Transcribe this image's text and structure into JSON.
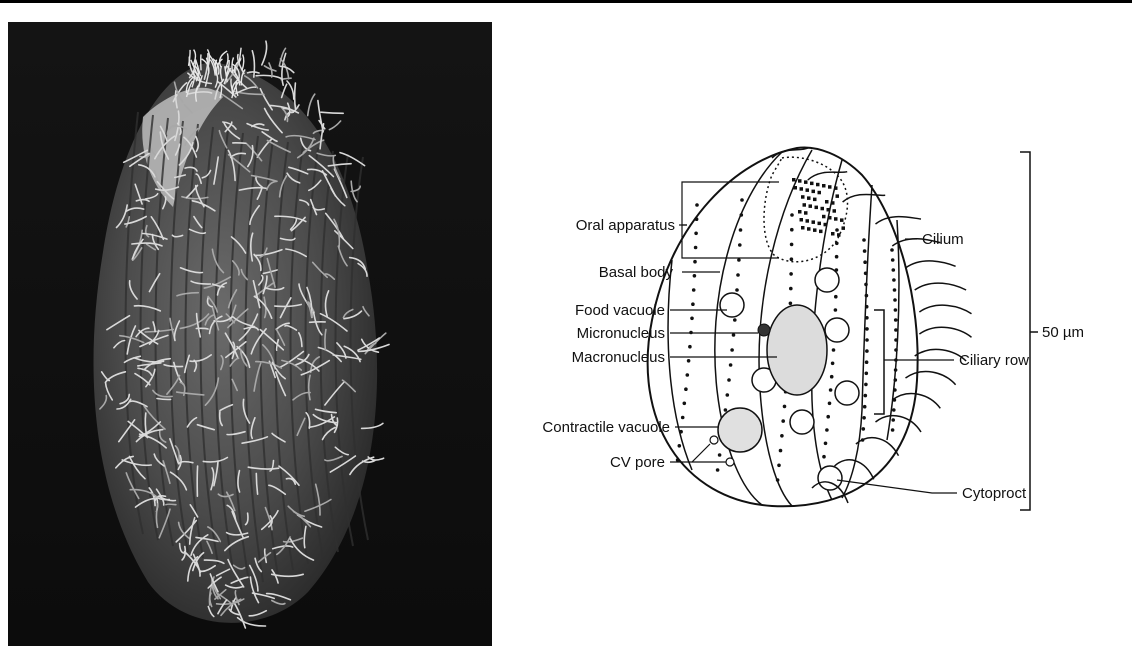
{
  "figure": {
    "micrograph": {
      "description_icon": "ciliate-micrograph-image"
    },
    "diagram": {
      "labels_left": {
        "oral_apparatus": "Oral apparatus",
        "basal_body": "Basal body",
        "food_vacuole": "Food vacuole",
        "micronucleus": "Micronucleus",
        "macronucleus": "Macronucleus",
        "contractile_vacuole": "Contractile vacuole",
        "cv_pore": "CV pore"
      },
      "labels_right": {
        "cilium": "Cilium",
        "ciliary_row": "Ciliary row",
        "cytoproct": "Cytoproct"
      },
      "scale": "50 µm"
    }
  }
}
